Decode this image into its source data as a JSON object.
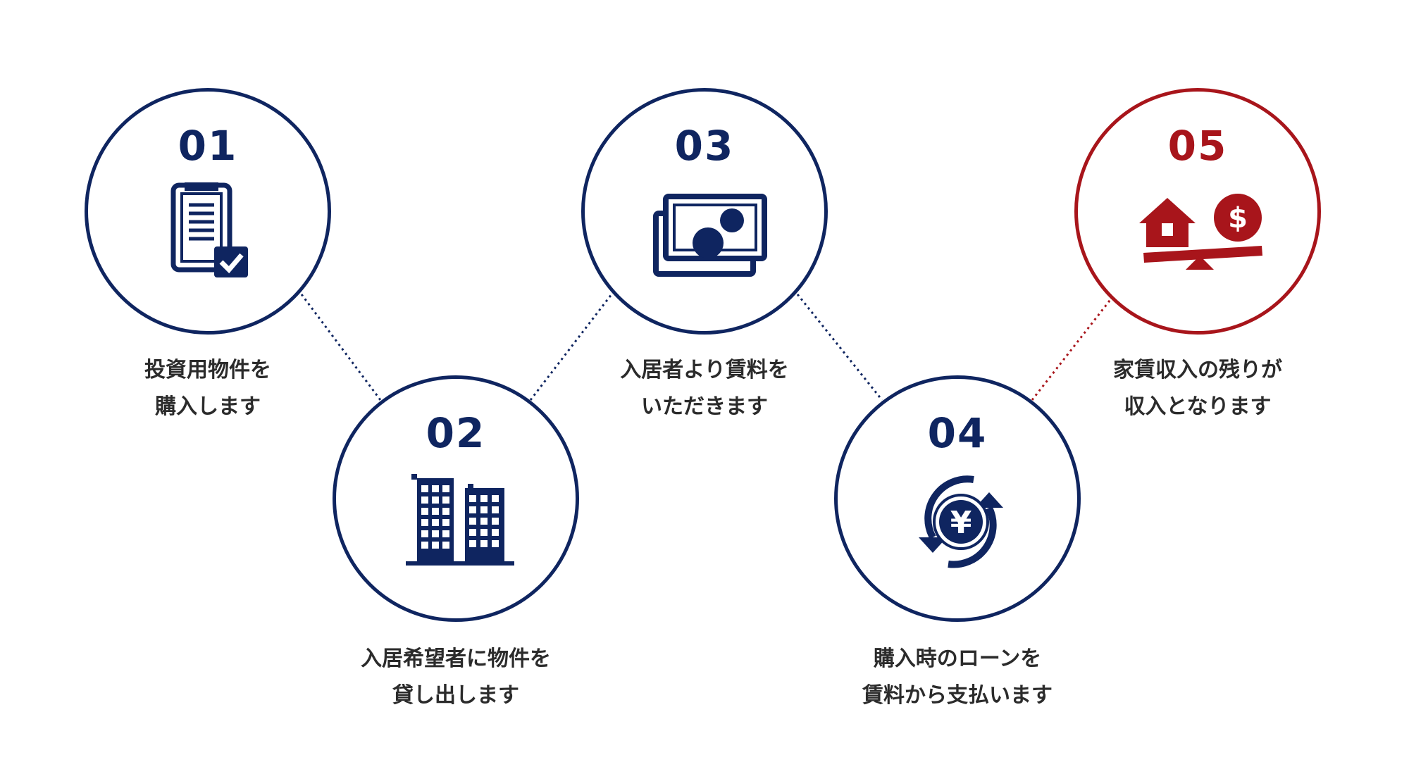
{
  "colors": {
    "navy": "#0f2560",
    "red": "#a8151b",
    "text": "#2b2b2b"
  },
  "steps": [
    {
      "number": "01",
      "icon": "contract-document-check-icon",
      "caption_line1": "投資用物件を",
      "caption_line2": "購入します"
    },
    {
      "number": "02",
      "icon": "apartment-buildings-icon",
      "caption_line1": "入居希望者に物件を",
      "caption_line2": "貸し出します"
    },
    {
      "number": "03",
      "icon": "cash-bills-icon",
      "caption_line1": "入居者より賃料を",
      "caption_line2": "いただきます"
    },
    {
      "number": "04",
      "icon": "yen-cycle-icon",
      "caption_line1": "購入時のローンを",
      "caption_line2": "賃料から支払います"
    },
    {
      "number": "05",
      "icon": "house-money-balance-icon",
      "caption_line1": "家賃収入の残りが",
      "caption_line2": "収入となります"
    }
  ],
  "icon_glyphs": {
    "yen": "¥",
    "dollar": "$"
  }
}
